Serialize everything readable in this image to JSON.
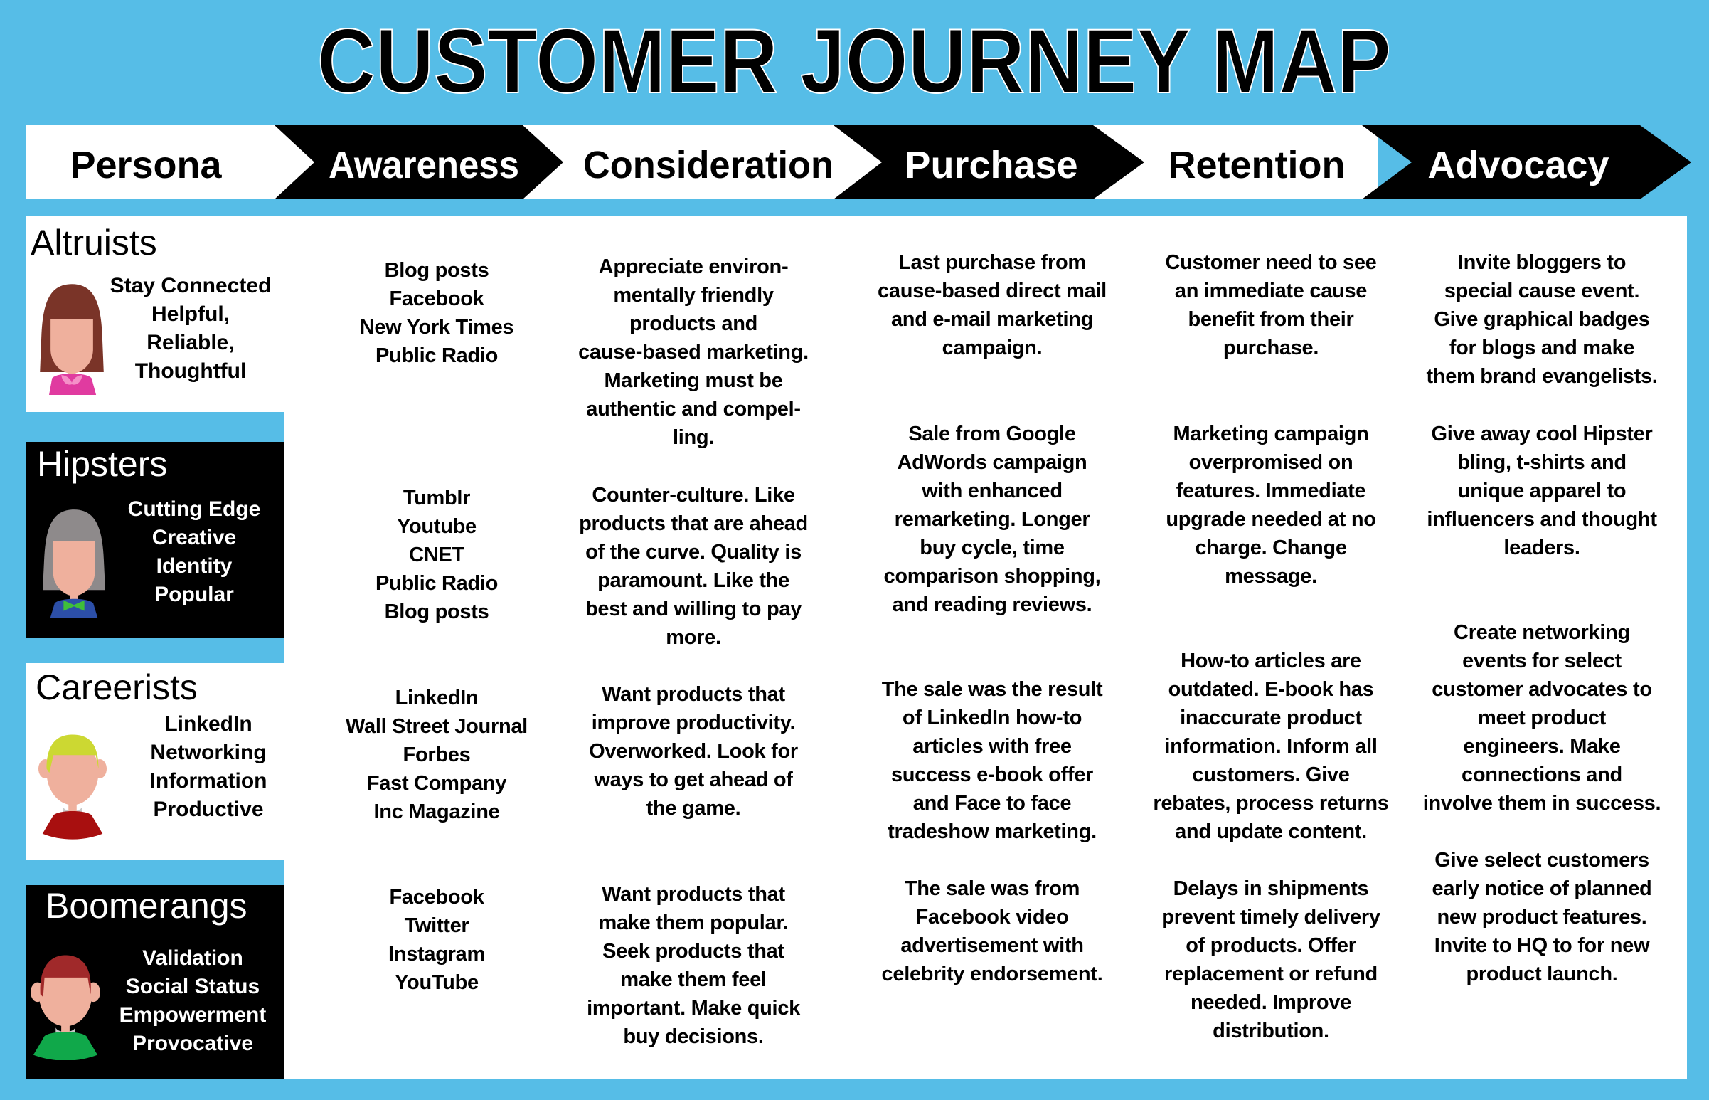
{
  "title": "CUSTOMER JOURNEY MAP",
  "stages": {
    "persona": "Persona",
    "awareness": "Awareness",
    "consideration": "Consideration",
    "purchase": "Purchase",
    "retention": "Retention",
    "advocacy": "Advocacy"
  },
  "colors": {
    "background": "#56BDE7",
    "dark": "#000000",
    "light": "#FFFFFF"
  },
  "personas": [
    {
      "name": "Altruists",
      "traits": "Stay Connected\nHelpful,\nReliable,\nThoughtful",
      "avatar": "woman-avatar-icon"
    },
    {
      "name": "Hipsters",
      "traits": "Cutting Edge\nCreative\nIdentity\nPopular",
      "avatar": "hipster-avatar-icon"
    },
    {
      "name": "Careerists",
      "traits": "LinkedIn\nNetworking\nInformation\nProductive",
      "avatar": "careerist-avatar-icon"
    },
    {
      "name": "Boomerangs",
      "traits": "Validation\nSocial Status\nEmpowerment\nProvocative",
      "avatar": "boomerang-avatar-icon"
    }
  ],
  "awareness": [
    "Blog posts\nFacebook\nNew York Times\nPublic Radio",
    "Tumblr\nYoutube\nCNET\nPublic Radio\nBlog posts",
    "LinkedIn\nWall Street Journal\nForbes\nFast Company\nInc Magazine",
    "Facebook\nTwitter\nInstagram\nYouTube"
  ],
  "consideration": [
    "Appreciate environ-\nmentally friendly\nproducts and\ncause-based marketing.\nMarketing must be\nauthentic and compel-\nling.",
    "Counter-culture. Like\nproducts that are ahead\nof the curve. Quality is\nparamount.  Like the\nbest and willing to pay\nmore.",
    "Want products that\nimprove productivity.\nOverworked.  Look for\nways to get ahead of\nthe game.",
    "Want products that\nmake them popular.\nSeek products that\nmake them feel\nimportant. Make quick\nbuy decisions."
  ],
  "purchase": [
    "Last purchase from\ncause-based direct mail\nand e-mail marketing\ncampaign.",
    "Sale from Google\nAdWords campaign\nwith enhanced\nremarketing.  Longer\nbuy cycle, time\ncomparison shopping,\nand reading reviews.",
    "The sale was the result\nof LinkedIn how-to\narticles with free\nsuccess e-book offer\nand Face to face\ntradeshow marketing.",
    "The sale was from\nFacebook video\nadvertisement with\ncelebrity endorsement."
  ],
  "retention": [
    "Customer need to see\nan immediate cause\nbenefit from their\npurchase.",
    "Marketing campaign\noverpromised on\nfeatures.  Immediate\nupgrade needed at no\ncharge.  Change\nmessage.",
    "How-to articles are\noutdated.  E-book has\ninaccurate product\ninformation.  Inform all\ncustomers.  Give\nrebates, process returns\nand update content.",
    "Delays in shipments\nprevent timely delivery\nof products.  Offer\nreplacement or refund\nneeded.  Improve\ndistribution."
  ],
  "advocacy": [
    "Invite bloggers to\nspecial cause event.\nGive graphical badges\nfor blogs and make\nthem brand evangelists.",
    "Give away cool Hipster\nbling,  t-shirts and\nunique apparel to\ninfluencers and thought\nleaders.",
    "Create networking\nevents for select\ncustomer advocates to\nmeet product\nengineers.  Make\nconnections and\ninvolve them in success.",
    "Give select customers\nearly notice of planned\nnew product features.\nInvite to HQ to for new\nproduct launch."
  ]
}
